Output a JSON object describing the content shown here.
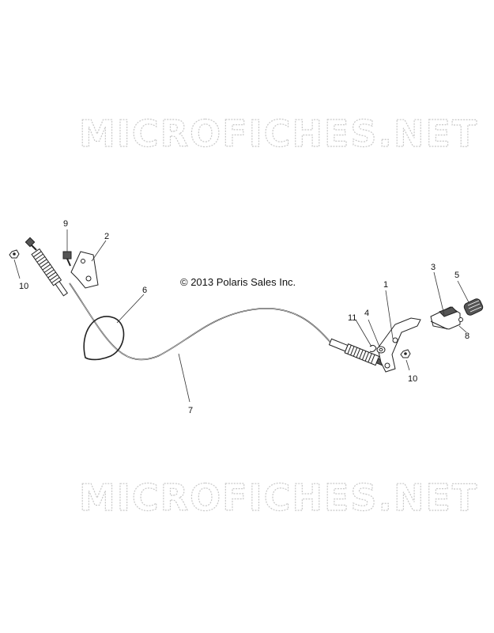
{
  "watermarks": [
    "MICROFICHES.NET",
    "MICROFICHES.NET"
  ],
  "copyright": "© 2013 Polaris Sales Inc.",
  "callouts": {
    "c1": "1",
    "c2": "2",
    "c3": "3",
    "c4": "4",
    "c5": "5",
    "c6": "6",
    "c7": "7",
    "c8": "8",
    "c9": "9",
    "c10_left": "10",
    "c10_right": "10",
    "c11": "11"
  }
}
